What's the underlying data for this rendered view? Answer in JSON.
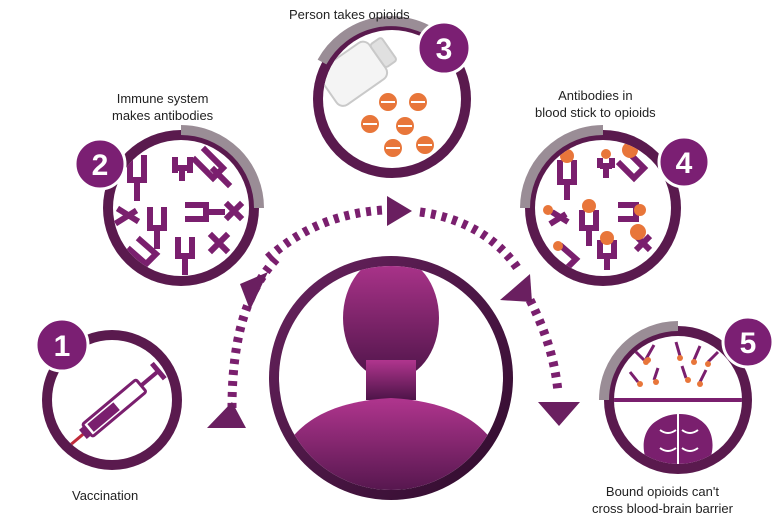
{
  "colors": {
    "ring_dark": "#5a1a4e",
    "ring_grey": "#9a8d96",
    "purple": "#7a1f6e",
    "magenta": "#a52a86",
    "orange": "#e8763a",
    "badge": "#7b1f73"
  },
  "steps": [
    {
      "number": "1",
      "label_lines": [
        "Vaccination"
      ],
      "icon": "syringe-icon"
    },
    {
      "number": "2",
      "label_lines": [
        "Immune system",
        "makes antibodies"
      ],
      "icon": "antibodies-icon"
    },
    {
      "number": "3",
      "label_lines": [
        "Person takes opioids"
      ],
      "icon": "pill-bottle-icon"
    },
    {
      "number": "4",
      "label_lines": [
        "Antibodies in",
        "blood stick to opioids"
      ],
      "icon": "bound-antibodies-icon"
    },
    {
      "number": "5",
      "label_lines": [
        "Bound opioids can't",
        "cross blood-brain barrier"
      ],
      "icon": "brain-icon"
    }
  ],
  "center": {
    "icon": "person-silhouette-icon"
  }
}
